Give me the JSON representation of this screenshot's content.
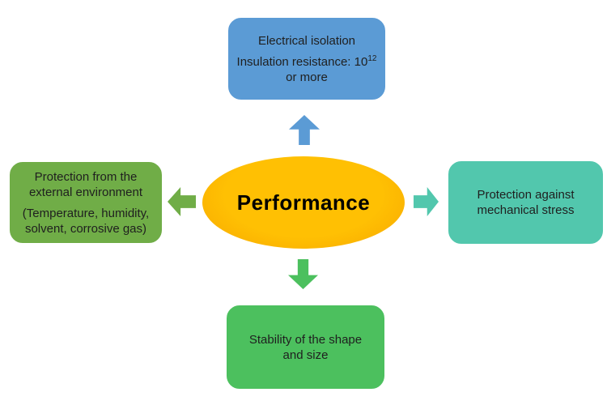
{
  "colors": {
    "blue": "#5B9BD5",
    "green": "#70AD47",
    "teal": "#52C7AD",
    "lime": "#4CC05E",
    "orange": "#FFC003",
    "orange-edge": "#F7A600"
  },
  "center": {
    "label": "Performance"
  },
  "nodes": {
    "top": {
      "line1": "Electrical isolation",
      "line2_prefix": "Insulation resistance: 10",
      "line2_superscript": "12",
      "line3": "or more"
    },
    "left": {
      "para1": "Protection from the\nexternal environment",
      "para2": "(Temperature, humidity,\nsolvent, corrosive gas)"
    },
    "right": {
      "text": "Protection against\nmechanical stress"
    },
    "bottom": {
      "text": "Stability of the shape\nand size"
    }
  }
}
